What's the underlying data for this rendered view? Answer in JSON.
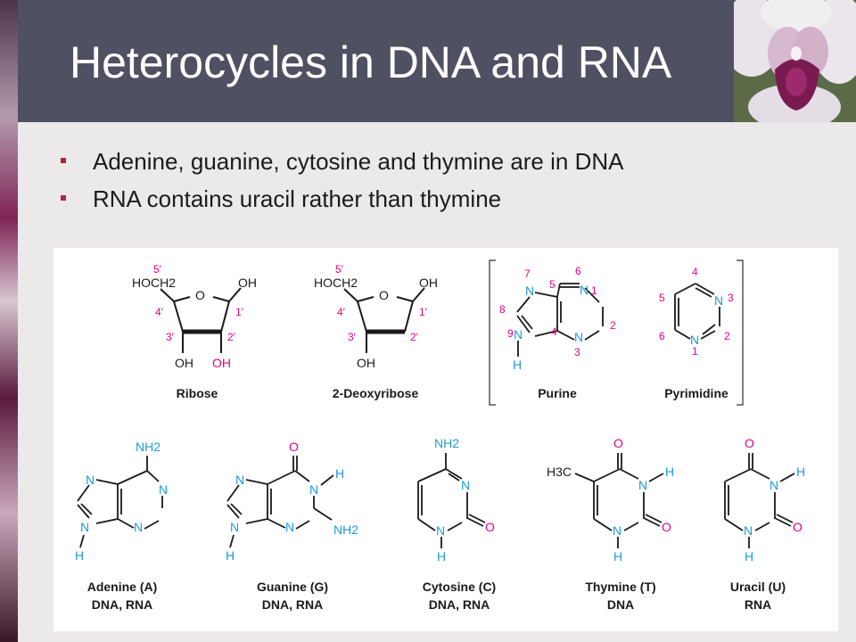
{
  "slide": {
    "title": "Heterocycles in DNA and RNA",
    "bullets": [
      "Adenine, guanine, cytosine and thymine are in DNA",
      "RNA contains uracil rather than thymine"
    ]
  },
  "colors": {
    "title_bar": "#4f5061",
    "background": "#ece9ea",
    "bullet_marker": "#b0243f",
    "numbering": "#e6007e",
    "heteroatom": "#1e9ad6"
  },
  "figure": {
    "sugars": {
      "ribose": {
        "caption": "Ribose",
        "ch2oh": "HOCH2",
        "ring_o": "O",
        "oh1": "OH",
        "oh3": "OH",
        "oh2": "OH",
        "pos": [
          "5′",
          "4′",
          "3′",
          "2′",
          "1′"
        ]
      },
      "deoxyribose": {
        "caption": "2-Deoxyribose",
        "ch2oh": "HOCH2",
        "ring_o": "O",
        "oh1": "OH",
        "oh3": "OH",
        "pos": [
          "5′",
          "4′",
          "3′",
          "2′",
          "1′"
        ]
      }
    },
    "parents": {
      "purine": {
        "caption": "Purine",
        "n": "N",
        "h": "H",
        "nums": [
          "1",
          "2",
          "3",
          "4",
          "5",
          "6",
          "7",
          "8",
          "9"
        ]
      },
      "pyrimidine": {
        "caption": "Pyrimidine",
        "n": "N",
        "nums": [
          "1",
          "2",
          "3",
          "4",
          "5",
          "6"
        ]
      }
    },
    "bases": {
      "adenine": {
        "name": "Adenine (A)",
        "occurs": "DNA, RNA",
        "nh2": "NH2",
        "n": "N",
        "h": "H"
      },
      "guanine": {
        "name": "Guanine (G)",
        "occurs": "DNA, RNA",
        "o": "O",
        "nh2": "NH2",
        "n": "N",
        "h": "H"
      },
      "cytosine": {
        "name": "Cytosine (C)",
        "occurs": "DNA, RNA",
        "nh2": "NH2",
        "o": "O",
        "n": "N",
        "h": "H"
      },
      "thymine": {
        "name": "Thymine (T)",
        "occurs": "DNA",
        "ch3": "H3C",
        "o": "O",
        "n": "N",
        "h": "H"
      },
      "uracil": {
        "name": "Uracil (U)",
        "occurs": "RNA",
        "o": "O",
        "n": "N",
        "h": "H"
      }
    }
  }
}
